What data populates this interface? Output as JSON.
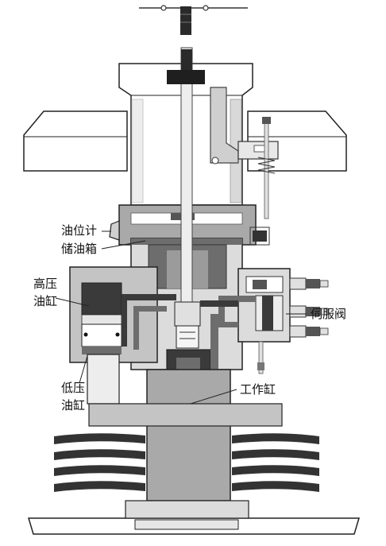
{
  "labels": {
    "oil_gauge": "油位计",
    "oil_tank": "储油箱",
    "hp_cylinder_line1": "高压",
    "hp_cylinder_line2": "油缸",
    "lp_cylinder_line1": "低压",
    "lp_cylinder_line2": "油缸",
    "servo_valve": "伺服阀",
    "work_cylinder": "工作缸"
  },
  "colors": {
    "outline": "#222222",
    "light_gray": "#dcdcdc",
    "mid_gray": "#a9a9a9",
    "dark_gray": "#6d6d6d",
    "oil_dark": "#3a3a3a",
    "white": "#ffffff"
  }
}
